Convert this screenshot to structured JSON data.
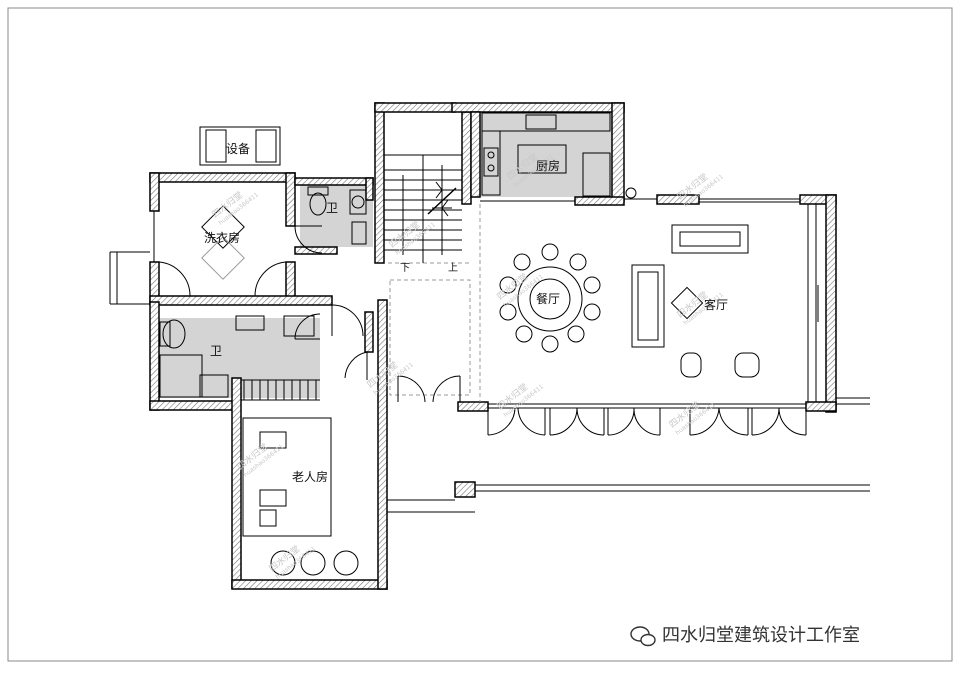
{
  "rooms": {
    "equipment": "设备",
    "laundry": "洗衣房",
    "toilet_small": "卫",
    "bathroom": "卫",
    "kitchen": "厨房",
    "dining": "餐厅",
    "living": "客厅",
    "elder_room": "老人房"
  },
  "stairs": {
    "down": "下",
    "up": "上"
  },
  "watermark": {
    "name": "四水归堂",
    "id": "huashao366411"
  },
  "credit": {
    "text": "四水归堂建筑设计工作室"
  },
  "colors": {
    "wet_area": "#d4d4d4",
    "wall": "#000000",
    "hatch": "#777777"
  }
}
